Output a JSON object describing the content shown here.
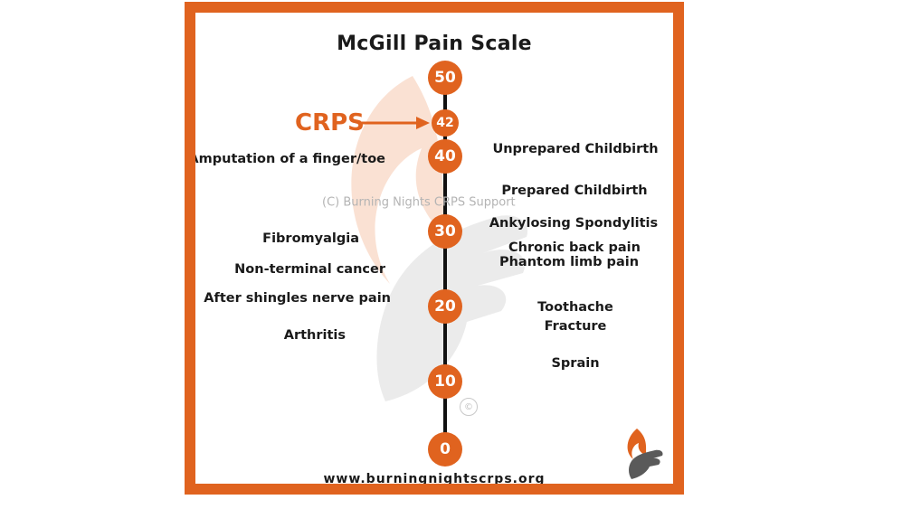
{
  "title": "McGill Pain Scale",
  "highlight": {
    "label": "CRPS",
    "value": 42
  },
  "watermark": "(C) Burning Nights CRPS Support",
  "copyright_symbol": "©",
  "website": "www.burningnightscrps.org",
  "colors": {
    "accent": "#e0631f",
    "text": "#1a1a1a",
    "axis": "#111111"
  },
  "icons": [
    "flame-hand-logo-icon",
    "arrow-right-icon"
  ],
  "scale": {
    "min": 0,
    "max": 50,
    "ticks": [
      "50",
      "42",
      "40",
      "30",
      "20",
      "10",
      "0"
    ]
  },
  "conditions_left": [
    {
      "label": "Amputation of a finger/toe",
      "value": 40
    },
    {
      "label": "Fibromyalgia",
      "value": 29
    },
    {
      "label": "Non-terminal cancer",
      "value": 25
    },
    {
      "label": "After shingles nerve pain",
      "value": 21
    },
    {
      "label": "Arthritis",
      "value": 17
    }
  ],
  "conditions_right": [
    {
      "label": "Unprepared Childbirth",
      "value": 41
    },
    {
      "label": "Prepared Childbirth",
      "value": 35
    },
    {
      "label": "Ankylosing Spondylitis",
      "value": 31
    },
    {
      "label": "Chronic back pain",
      "value": 28
    },
    {
      "label": "Phantom limb pain",
      "value": 26
    },
    {
      "label": "Toothache",
      "value": 19
    },
    {
      "label": "Fracture",
      "value": 17
    },
    {
      "label": "Sprain",
      "value": 12
    }
  ]
}
